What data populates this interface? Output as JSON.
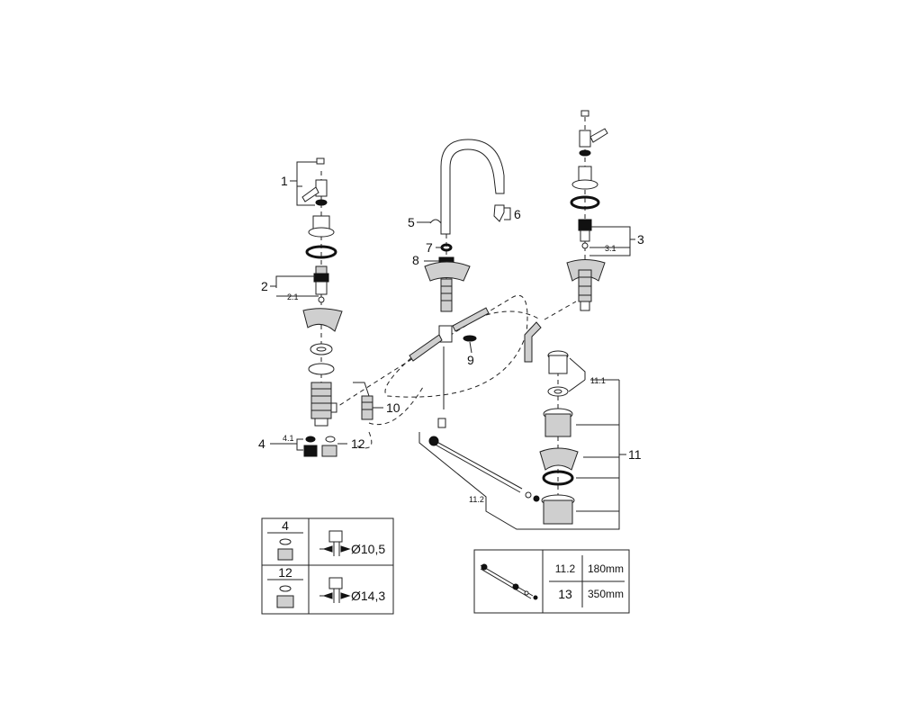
{
  "callouts": {
    "c1": "1",
    "c2": "2",
    "c2_1": "2.1",
    "c3": "3",
    "c3_1": "3.1",
    "c4": "4",
    "c4_1": "4.1",
    "c5": "5",
    "c6": "6",
    "c7": "7",
    "c8": "8",
    "c9": "9",
    "c10": "10",
    "c11": "11",
    "c11_1": "11.1",
    "c11_2": "11.2",
    "c12": "12"
  },
  "adapter_table": {
    "rows": [
      {
        "code": "4",
        "diameter": "Ø10,5"
      },
      {
        "code": "12",
        "diameter": "Ø14,3"
      }
    ]
  },
  "rod_table": {
    "rows": [
      {
        "code": "11.2",
        "length": "180mm"
      },
      {
        "code": "13",
        "length": "350mm"
      }
    ]
  }
}
